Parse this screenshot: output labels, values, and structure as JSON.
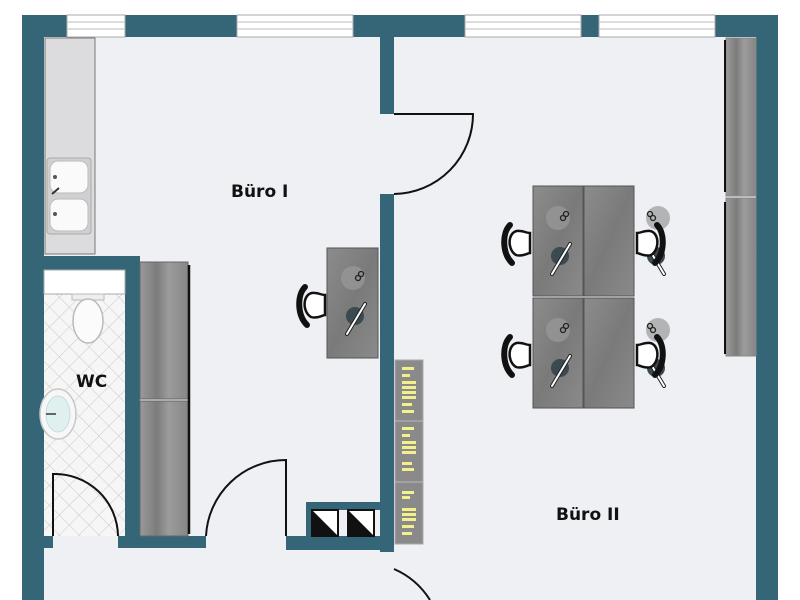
{
  "floorplan": {
    "colors": {
      "wall": "#356678",
      "floor": "#eef0f4",
      "cabinet": "#8e8e8e",
      "desk": "#7f7f7f",
      "counter": "#dcdcdf",
      "tile": "#f4f4f4",
      "binder": "#f3ef8a"
    },
    "rooms": [
      {
        "id": "buero-1",
        "label": "Büro I"
      },
      {
        "id": "buero-2",
        "label": "Büro II"
      },
      {
        "id": "wc",
        "label": "WC"
      }
    ],
    "icons": [
      "window-icon",
      "door-swing-icon",
      "desk-icon",
      "office-chair-icon",
      "cabinet-icon",
      "double-sink-icon",
      "toilet-icon",
      "washbasin-icon",
      "shelf-binders-icon",
      "chimney-shaft-icon"
    ]
  }
}
